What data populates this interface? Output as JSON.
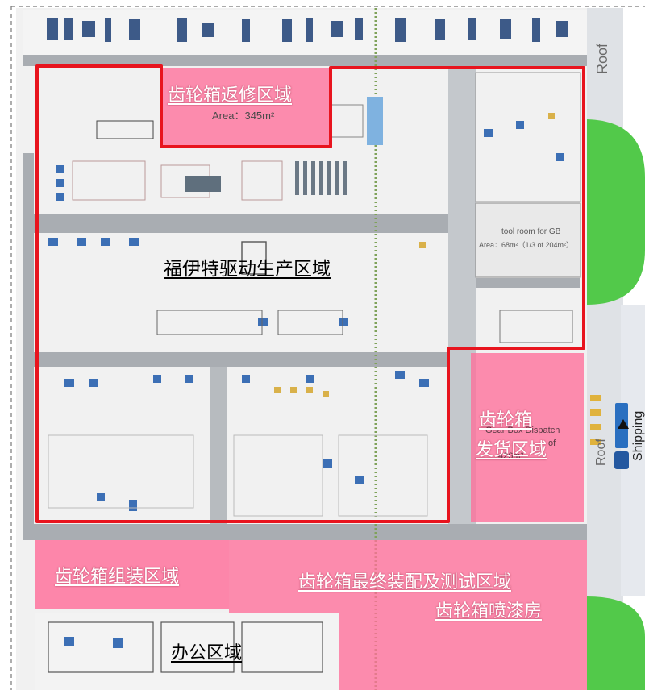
{
  "zones": {
    "repair": "齿轮箱返修区域",
    "repair_area": "Area：345m²",
    "production": "福伊特驱动生产区域",
    "dispatch_line1": "齿轮箱",
    "dispatch_line2": "发货区域",
    "dispatch_en": "Gear Box Dispatch",
    "dispatch_area_tail": "of",
    "dispatch_area_num": "426m²",
    "assembly": "齿轮箱组装区域",
    "final_test": "齿轮箱最终装配及测试区域",
    "painting": "齿轮箱喷漆房",
    "office": "办公区域"
  },
  "tool_room": {
    "title": "tool room for GB",
    "area": "Area：68m²（1/3 of 204m²）"
  },
  "side_labels": {
    "roof_top": "Roof",
    "roof_mid": "Roof",
    "shipping": "Shipping"
  },
  "colors": {
    "highlight_border": "#e8141e",
    "zone_fill": "#ff6e9a",
    "green_area": "#52c94a",
    "aisle": "#a9adb2"
  }
}
